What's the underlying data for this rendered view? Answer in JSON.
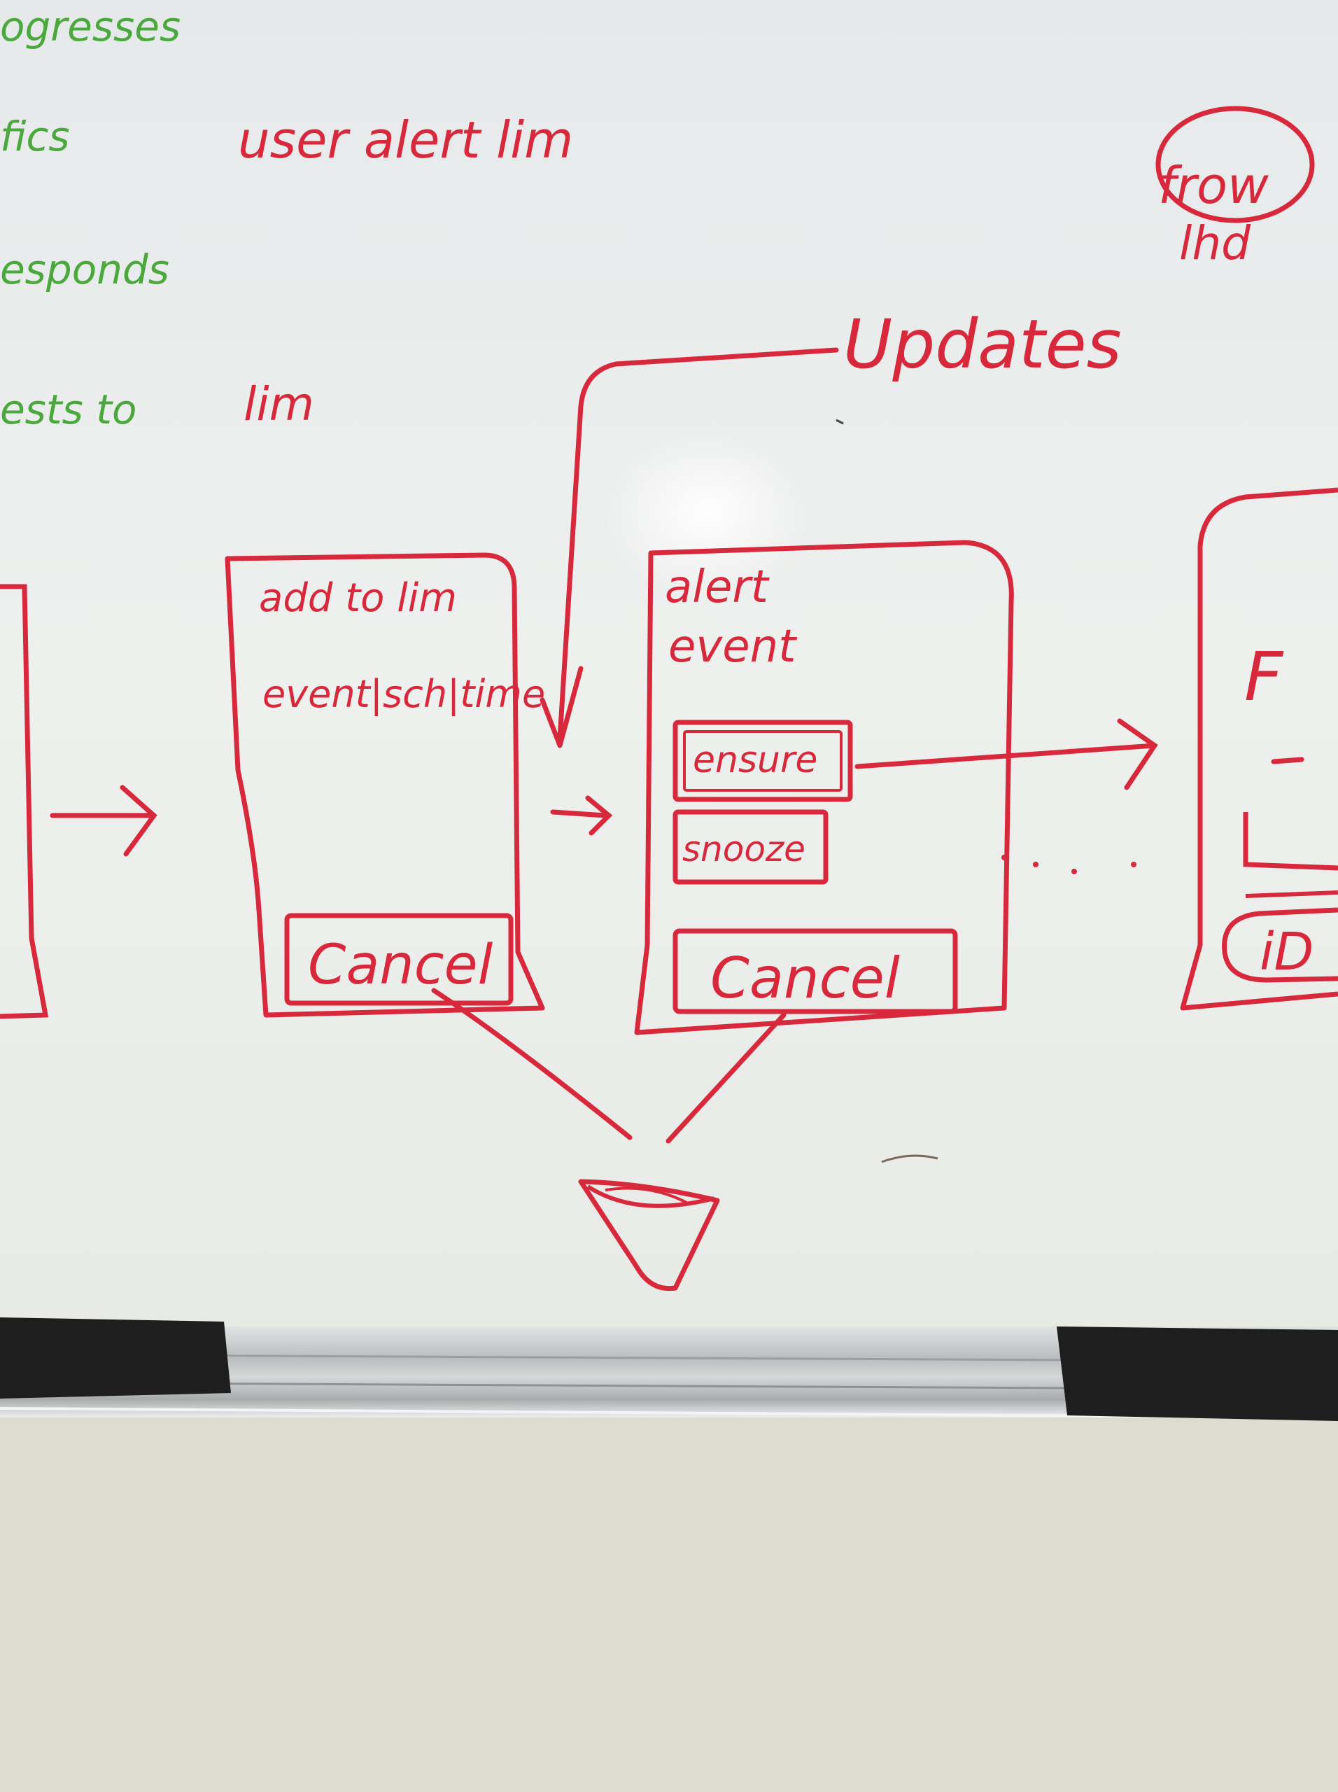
{
  "colors": {
    "board": "#eceeed",
    "red_marker": "#d8283c",
    "green_marker": "#4aa83c",
    "tray": "#c8cbcc",
    "eraser": "#1f1f1f",
    "wall": "#dcdcd1"
  },
  "green_notes": [
    "ogresses",
    "fics",
    "esponds",
    "ests to"
  ],
  "red_notes": {
    "user_alert": "user alert lim",
    "li_m": "lim",
    "updates": "Updates",
    "frow": "frow",
    "frow_sub": "lhd"
  },
  "screens": {
    "add": {
      "line1": "add to lim",
      "line2": "event|sch|time",
      "cancel": "Cancel"
    },
    "alert": {
      "line1": "alert",
      "line2": "event",
      "respond": "ensure",
      "snooze": "snooze",
      "cancel": "Cancel"
    },
    "right": {
      "letter": "F",
      "bottom": "iD"
    }
  }
}
